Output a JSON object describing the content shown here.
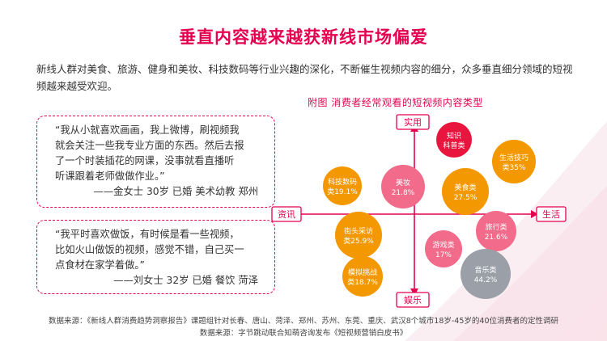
{
  "title": "垂直内容越来越获新线市场偏爱",
  "intro": "新线人群对美食、旅游、健身和美妆、科技数码等行业兴趣的深化，不断催生视频内容的细分，众多垂直细分领域的短视频越来越受欢迎。",
  "chart_caption": "附图  消费者经常观看的短视频内容类型",
  "quotes": [
    {
      "text": "“我从小就喜欢画画，我上微博，刷视频我\n就会关注一些我专业方面的东西。然后去报\n了一个时装插花的网课，没事就看直播听\n听课跟着老师做做作业。”",
      "author": "——金女士 30岁  已婚  美术幼教  郑州"
    },
    {
      "text": "“我平时喜欢做饭，有时候是看一些视频，\n比如火山做饭的视频，感觉不错，自己买一\n点食材在家学着做。”",
      "author": "——刘女士 32岁  已婚  餐饮  菏泽"
    }
  ],
  "chart_data": {
    "type": "bubble-quadrant",
    "axes": {
      "top": "实用",
      "bottom": "娱乐",
      "left": "资讯",
      "right": "生活"
    },
    "bubbles": [
      {
        "label": "知识",
        "sub": "科普类",
        "style": "red"
      },
      {
        "label": "生活技巧",
        "sub": "类35%",
        "style": "orange"
      },
      {
        "label": "科技数码",
        "sub": "类19.1%",
        "style": "orange"
      },
      {
        "label": "美妆",
        "sub": "21.8%",
        "style": "pink"
      },
      {
        "label": "美食类",
        "sub": "27.5%",
        "style": "orange"
      },
      {
        "label": "街头采访",
        "sub": "类25.9%",
        "style": "orange"
      },
      {
        "label": "旅行类",
        "sub": "21.6%",
        "style": "pink"
      },
      {
        "label": "游戏类",
        "sub": "17%",
        "style": "pink"
      },
      {
        "label": "模拟挑战",
        "sub": "类18.7%",
        "style": "orange"
      },
      {
        "label": "音乐类",
        "sub": "44.2%",
        "style": "gray"
      }
    ]
  },
  "sources": [
    "数据来源：《新线人群消费趋势洞察报告》课题组针对长春、唐山、菏泽、郑州、苏州、东莞、重庆、武汉8个城市18岁-45岁的40位消费者的定性调研",
    "数据来源：字节跳动联合知萌咨询发布《短视频营销白皮书》"
  ],
  "colors": {
    "accent": "#e5004f",
    "orange": "#f39800",
    "pink": "#f26b8a",
    "gray": "#9a9fa8"
  }
}
